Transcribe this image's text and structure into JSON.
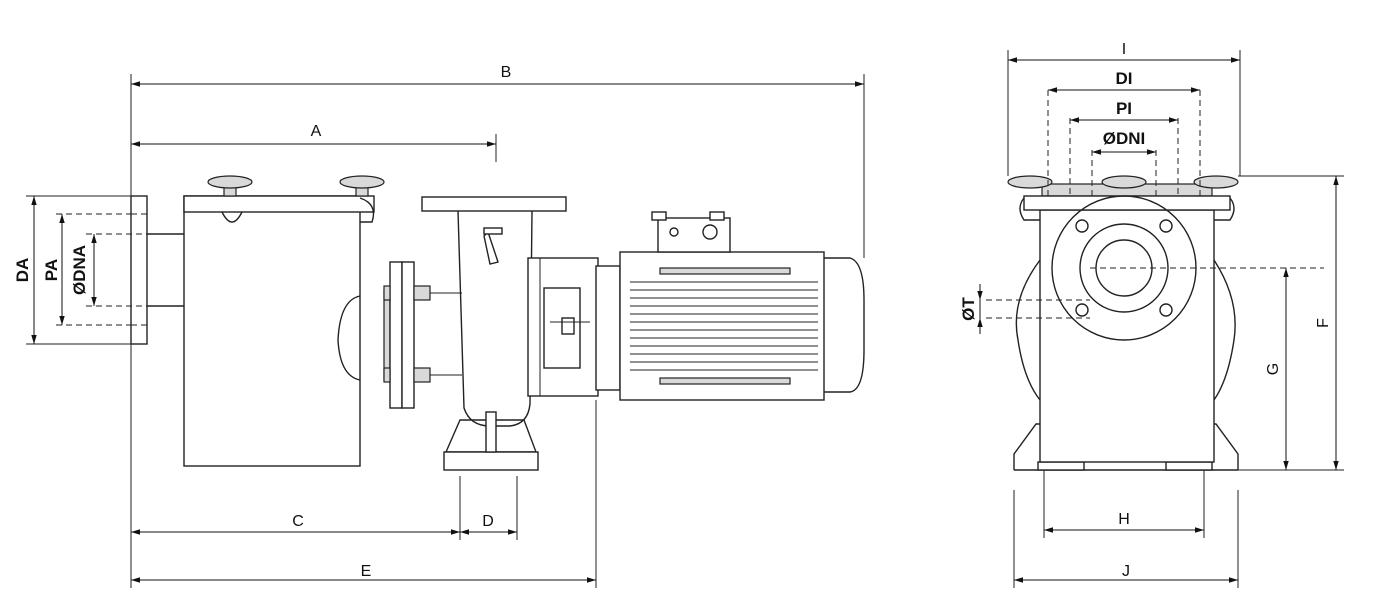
{
  "labels": {
    "A": "A",
    "B": "B",
    "C": "C",
    "D": "D",
    "E": "E",
    "F": "F",
    "G": "G",
    "H": "H",
    "I": "I",
    "J": "J",
    "DA": "DA",
    "PA": "PA",
    "DNA": "ØDNA",
    "DI": "DI",
    "PI": "PI",
    "DNI": "ØDNI",
    "T": "ØT"
  }
}
